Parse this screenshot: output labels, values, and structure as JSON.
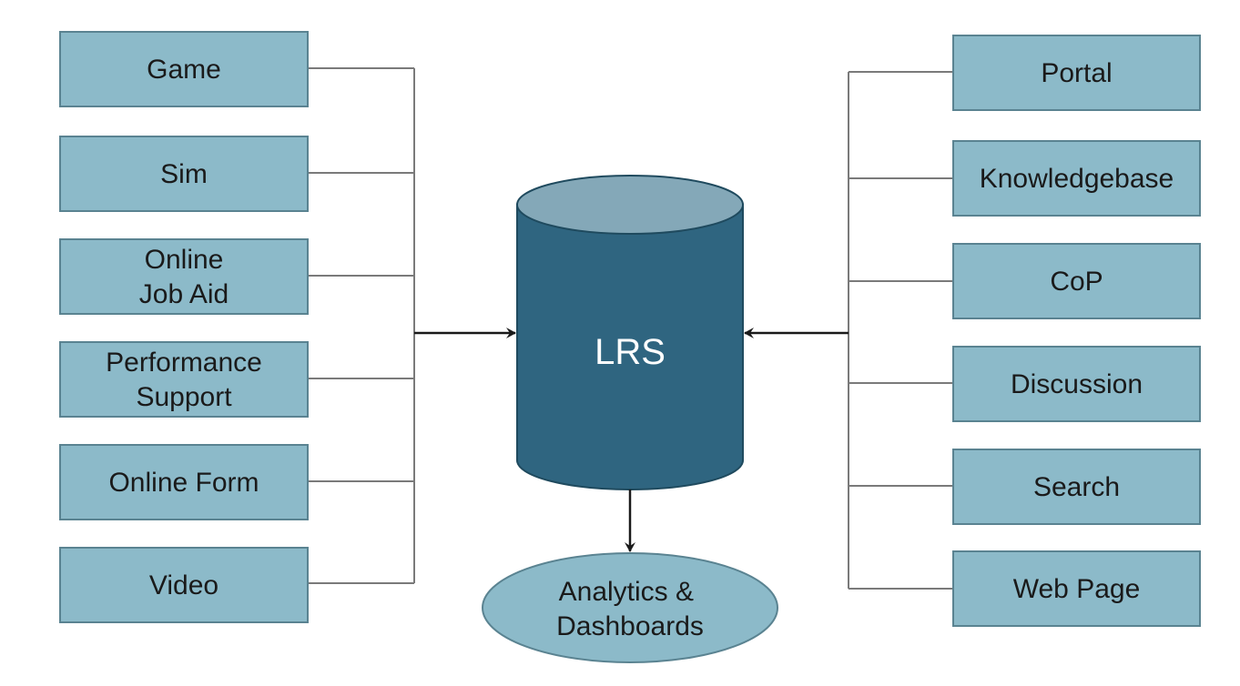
{
  "left_sources": [
    {
      "lines": [
        "Game"
      ]
    },
    {
      "lines": [
        "Sim"
      ]
    },
    {
      "lines": [
        "Online",
        "Job Aid"
      ]
    },
    {
      "lines": [
        "Performance",
        "Support"
      ]
    },
    {
      "lines": [
        "Online Form"
      ]
    },
    {
      "lines": [
        "Video"
      ]
    }
  ],
  "right_sources": [
    {
      "lines": [
        "Portal"
      ]
    },
    {
      "lines": [
        "Knowledgebase"
      ]
    },
    {
      "lines": [
        "CoP"
      ]
    },
    {
      "lines": [
        "Discussion"
      ]
    },
    {
      "lines": [
        "Search"
      ]
    },
    {
      "lines": [
        "Web Page"
      ]
    }
  ],
  "store": {
    "label": "LRS"
  },
  "output": {
    "lines": [
      "Analytics &",
      "Dashboards"
    ]
  },
  "colors": {
    "box_fill": "#8cbac9",
    "box_stroke": "#5a8391",
    "cylinder_body": "#2f6580",
    "cylinder_top": "#84a8b8",
    "ellipse_fill": "#8cbac9"
  }
}
